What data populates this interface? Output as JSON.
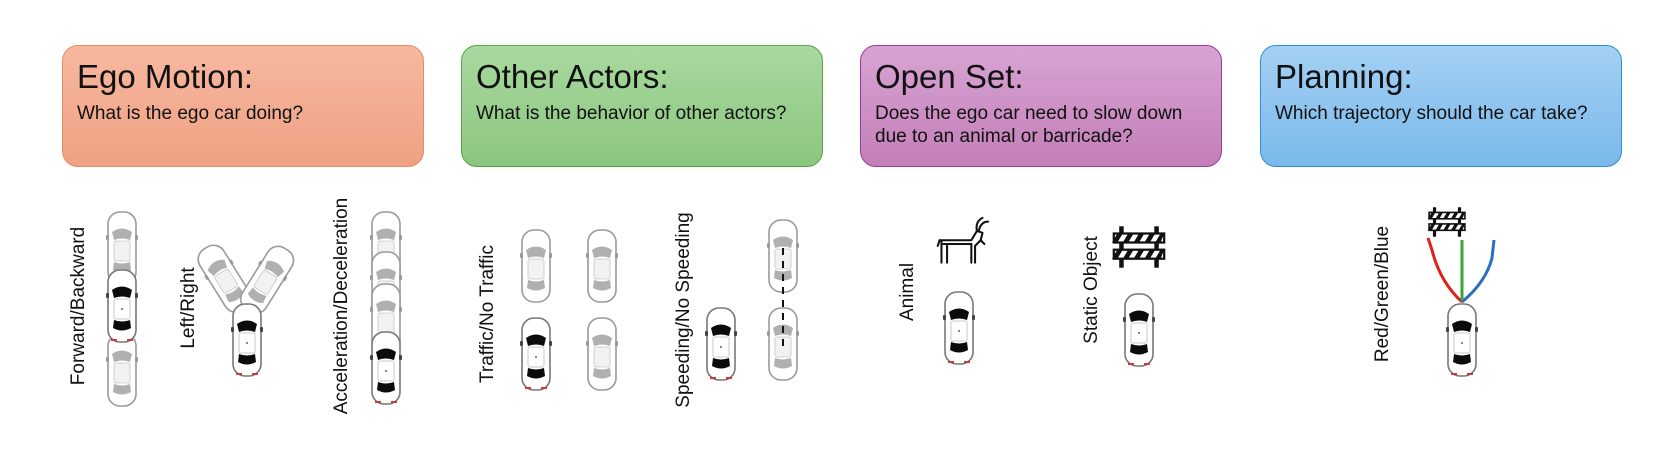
{
  "cards": {
    "ego": {
      "title": "Ego Motion:",
      "question": "What is the ego car doing?"
    },
    "actors": {
      "title": "Other Actors:",
      "question": "What is the behavior of other actors?"
    },
    "openset": {
      "title": "Open Set:",
      "question": "Does the ego car need to slow down due to an animal or barricade?"
    },
    "plan": {
      "title": "Planning:",
      "question": "Which trajectory should the car take?"
    }
  },
  "labels": {
    "forward_backward": "Forward/Backward",
    "left_right": "Left/Right",
    "accel_decel": "Acceleration/Deceleration",
    "traffic": "Traffic/No Traffic",
    "speeding": "Speeding/No Speeding",
    "animal": "Animal",
    "static_object": "Static Object",
    "trajectories": "Red/Green/Blue"
  },
  "icons": [
    "ego-car-icon",
    "gray-car-icon",
    "goat-icon",
    "barricade-icon"
  ],
  "colors": {
    "trajectory_red": "#e0211a",
    "trajectory_green": "#3aa338",
    "trajectory_blue": "#2a6fc4"
  }
}
